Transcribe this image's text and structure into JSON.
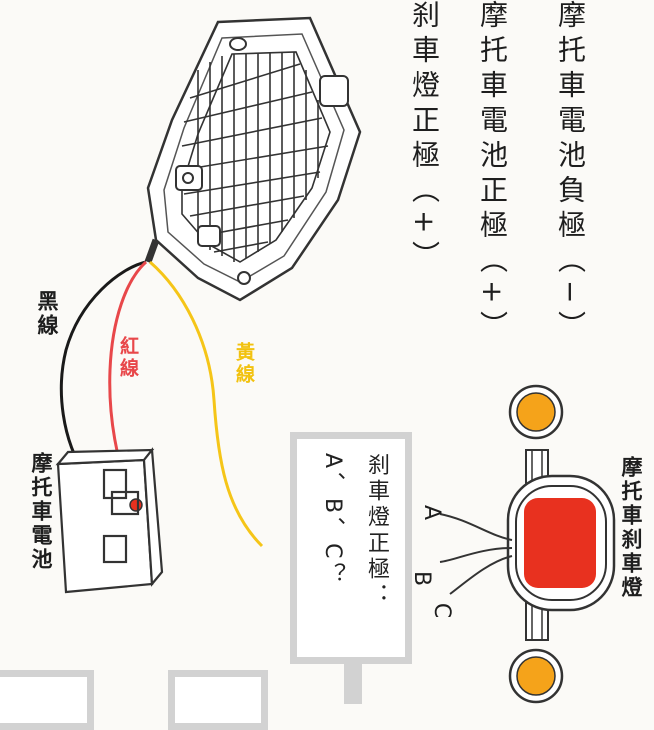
{
  "legend": {
    "line1": "摩托車電池負極（−）",
    "line2": "摩托車電池正極（+）",
    "line3": "刹車燈正極（+）"
  },
  "labels": {
    "black_wire": "黑線",
    "red_wire": "紅線",
    "yellow_wire": "黃線",
    "battery": "摩托車電池",
    "brake_light": "摩托車刹車燈",
    "terminal_a": "A",
    "terminal_b": "B",
    "terminal_c": "C"
  },
  "question": {
    "line1": "刹車燈正極：",
    "line2": "A、B、C？"
  },
  "colors": {
    "black_wire": "#1a1a1a",
    "red_wire": "#e8474a",
    "yellow_wire": "#f5c518",
    "lamp_red": "#e8311f",
    "lamp_orange": "#f5a31a",
    "box_border": "#d2d2d2"
  }
}
